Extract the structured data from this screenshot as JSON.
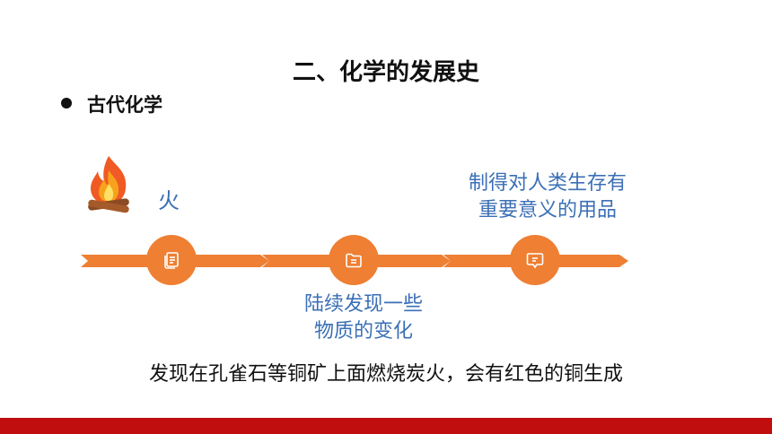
{
  "slide": {
    "title": "二、化学的发展史",
    "section": "古代化学",
    "fire_label": "火",
    "useful_products": "制得对人类生存有\n重要意义的用品",
    "material_changes": "陆续发现一些\n物质的变化",
    "discovery_sentence": "发现在孔雀石等铜矿上面燃烧炭火，会有红色的铜生成"
  },
  "icons": {
    "fire": "campfire-icon",
    "node1": "document-icon",
    "node2": "folder-icon",
    "node3": "message-icon"
  },
  "colors": {
    "accent_orange": "#ee7f33",
    "text_blue": "#3b6fb6",
    "bottom_bar_red": "#c00d0d"
  }
}
